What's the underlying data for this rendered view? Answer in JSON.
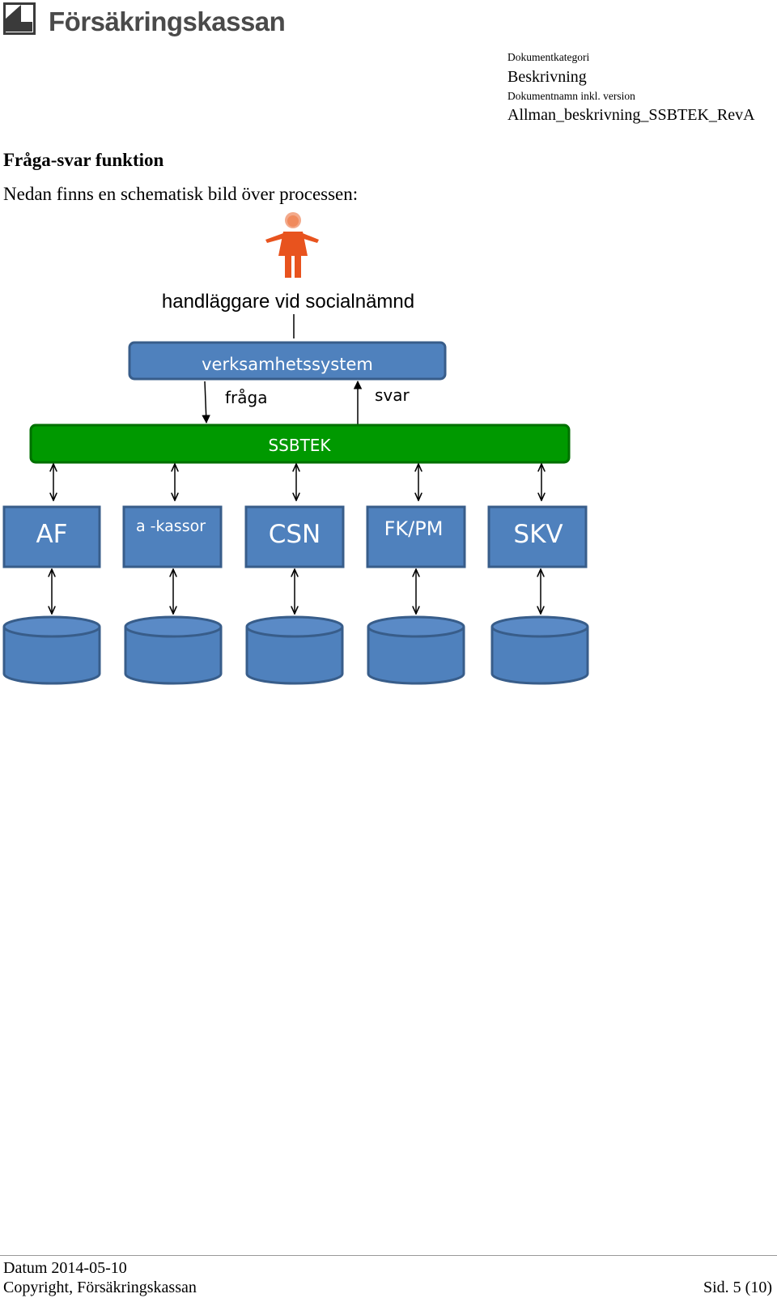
{
  "header": {
    "logo_text": "Försäkringskassan",
    "meta": {
      "category_label": "Dokumentkategori",
      "category_value": "Beskrivning",
      "docname_label": "Dokumentnamn inkl. version",
      "docname_value": "Allman_beskrivning_SSBTEK_RevA"
    }
  },
  "content": {
    "heading": "Fråga-svar funktion",
    "intro": "Nedan finns en schematisk bild över processen:"
  },
  "diagram": {
    "person_label": "handläggare vid socialnämnd",
    "system_label": "verksamhetssystem",
    "question_label": "fråga",
    "answer_label": "svar",
    "bus_label": "SSBTEK",
    "agencies": [
      "AF",
      "a -kassor",
      "CSN",
      "FK/PM",
      "SKV"
    ],
    "colors": {
      "box_fill": "#4f81bd",
      "box_stroke": "#385d8a",
      "bus_fill": "#009900",
      "bus_stroke": "#007000",
      "person": "#e8531e"
    }
  },
  "footer": {
    "date": "Datum 2014-05-10",
    "copyright": "Copyright, Försäkringskassan",
    "page": "Sid. 5 (10)"
  }
}
